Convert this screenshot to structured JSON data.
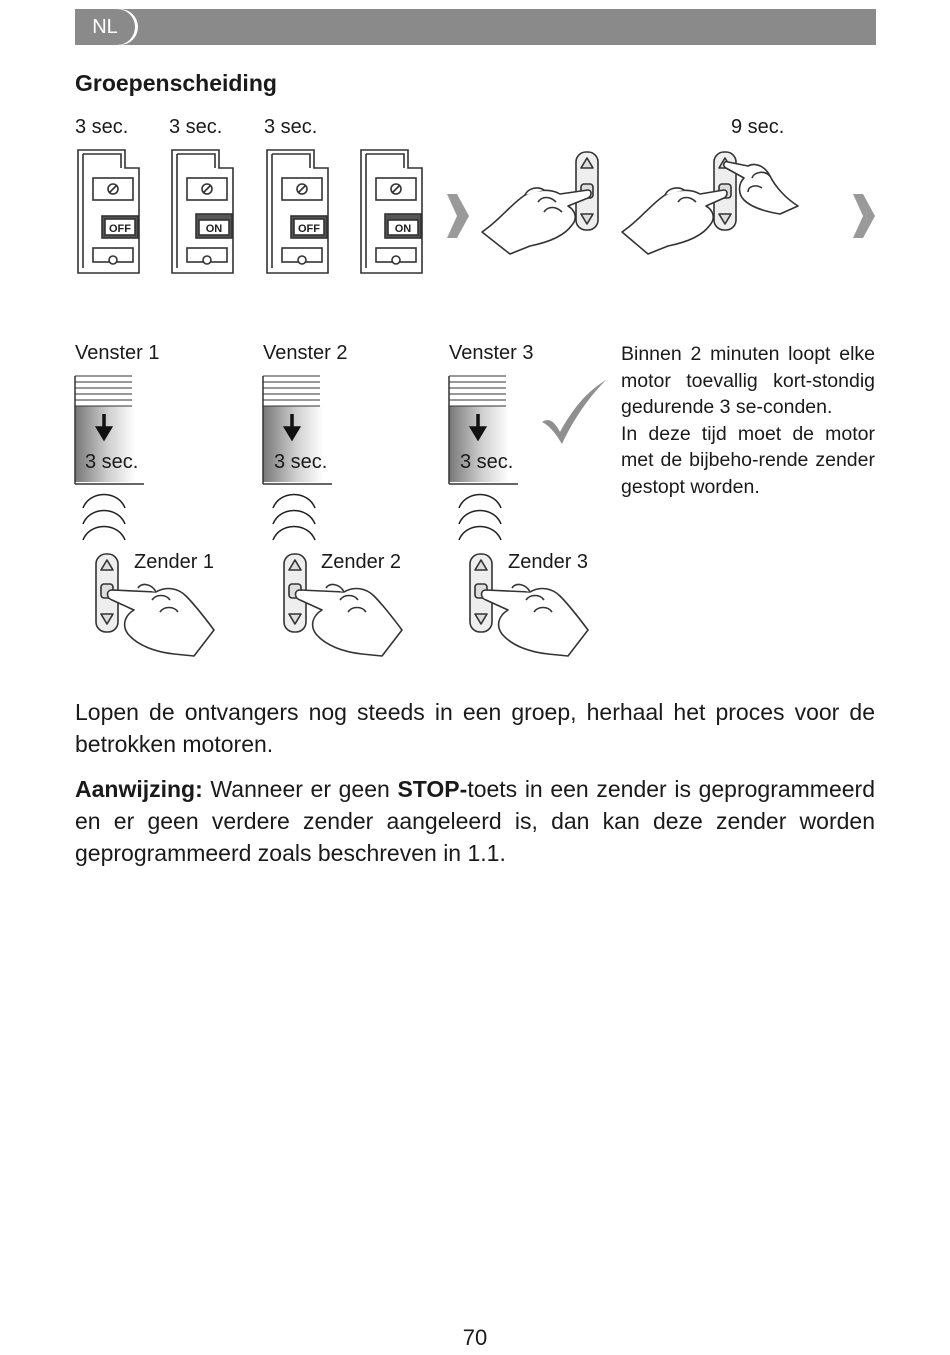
{
  "header": {
    "language": "NL"
  },
  "section_title": "Groepenscheiding",
  "switch_steps": [
    {
      "duration": "3 sec.",
      "state": "OFF"
    },
    {
      "duration": "3 sec.",
      "state": "ON"
    },
    {
      "duration": "3 sec.",
      "state": "OFF"
    },
    {
      "duration": "",
      "state": "ON"
    }
  ],
  "hold_duration": "9 sec.",
  "windows": [
    {
      "label": "Venster 1",
      "duration": "3 sec.",
      "transmitter": "Zender 1"
    },
    {
      "label": "Venster 2",
      "duration": "3 sec.",
      "transmitter": "Zender 2"
    },
    {
      "label": "Venster 3",
      "duration": "3 sec.",
      "transmitter": "Zender 3"
    }
  ],
  "side_text": {
    "p1": "Binnen 2 minuten loopt elke motor toevallig kort-stondig gedurende 3 se-conden.",
    "p2": "In deze tijd moet de motor met de bijbeho-rende zender gestopt worden."
  },
  "body": {
    "para1": "Lopen de ontvangers nog steeds in een groep, herhaal het proces voor de betrokken motoren.",
    "note_label": "Aanwijzing:",
    "note_text_1": " Wanneer er geen ",
    "note_bold": "STOP-",
    "note_text_2": "toets in een zender is geprogrammeerd en er geen verdere zender aangeleerd is, dan kan deze zender worden geprogrammeerd zoals beschreven in 1.1."
  },
  "page_number": "70",
  "colors": {
    "header_gray": "#8a8a8a",
    "arrow_gray": "#9a9a9a"
  }
}
